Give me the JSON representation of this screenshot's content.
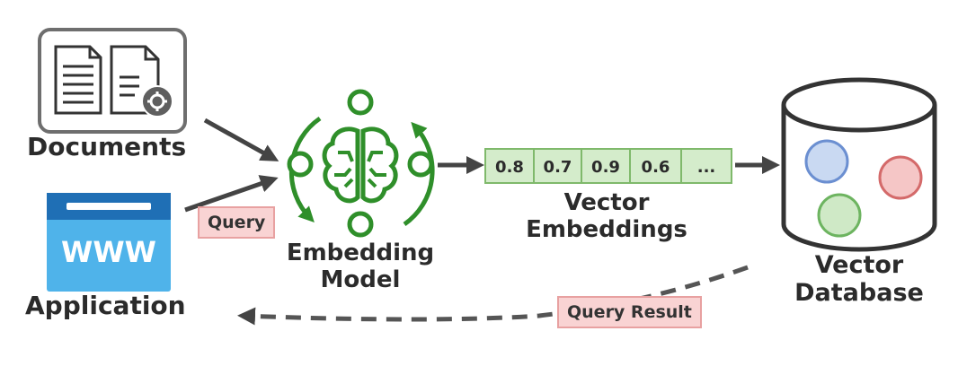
{
  "nodes": {
    "documents": "Documents",
    "application": "Application",
    "application_icon_text": "WWW",
    "embedding_model": [
      "Embedding",
      "Model"
    ],
    "vector_embeddings": [
      "Vector",
      "Embeddings"
    ],
    "vector_database": [
      "Vector",
      "Database"
    ]
  },
  "edge_labels": {
    "query": "Query",
    "query_result": "Query Result"
  },
  "embedding_values": [
    "0.8",
    "0.7",
    "0.9",
    "0.6",
    "..."
  ],
  "colors": {
    "model_green": "#2f8f2a",
    "vector_fill": "#d4eccb",
    "tag_fill": "#f9d3d3",
    "db_blue": "#c9d9f2",
    "db_red": "#f5c6c6",
    "db_green": "#cfe9c6"
  }
}
